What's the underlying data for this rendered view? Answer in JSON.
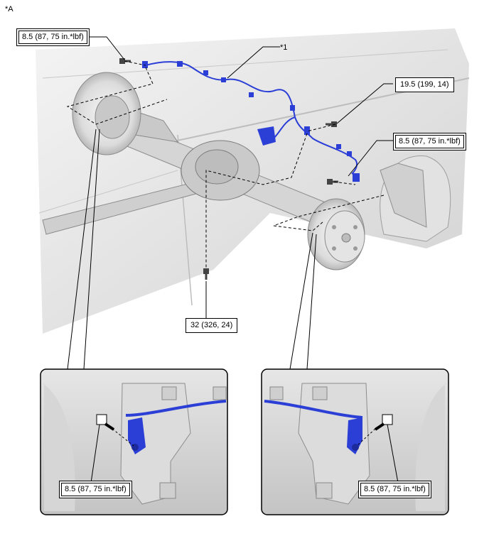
{
  "figure_label": "*A",
  "callouts": {
    "callout_1": "*1"
  },
  "torque_labels": {
    "top_left": "8.5 (87, 75 in.*lbf)",
    "top_right_middle": "19.5 (199, 14)",
    "right": "8.5 (87, 75 in.*lbf)",
    "bottom_center": "32 (326, 24)",
    "detail_left": "8.5 (87, 75 in.*lbf)",
    "detail_right": "8.5 (87, 75 in.*lbf)"
  },
  "colors": {
    "harness_blue": "#2b3fd6",
    "line": "#000000",
    "body_gray": "#d9d9d9"
  }
}
